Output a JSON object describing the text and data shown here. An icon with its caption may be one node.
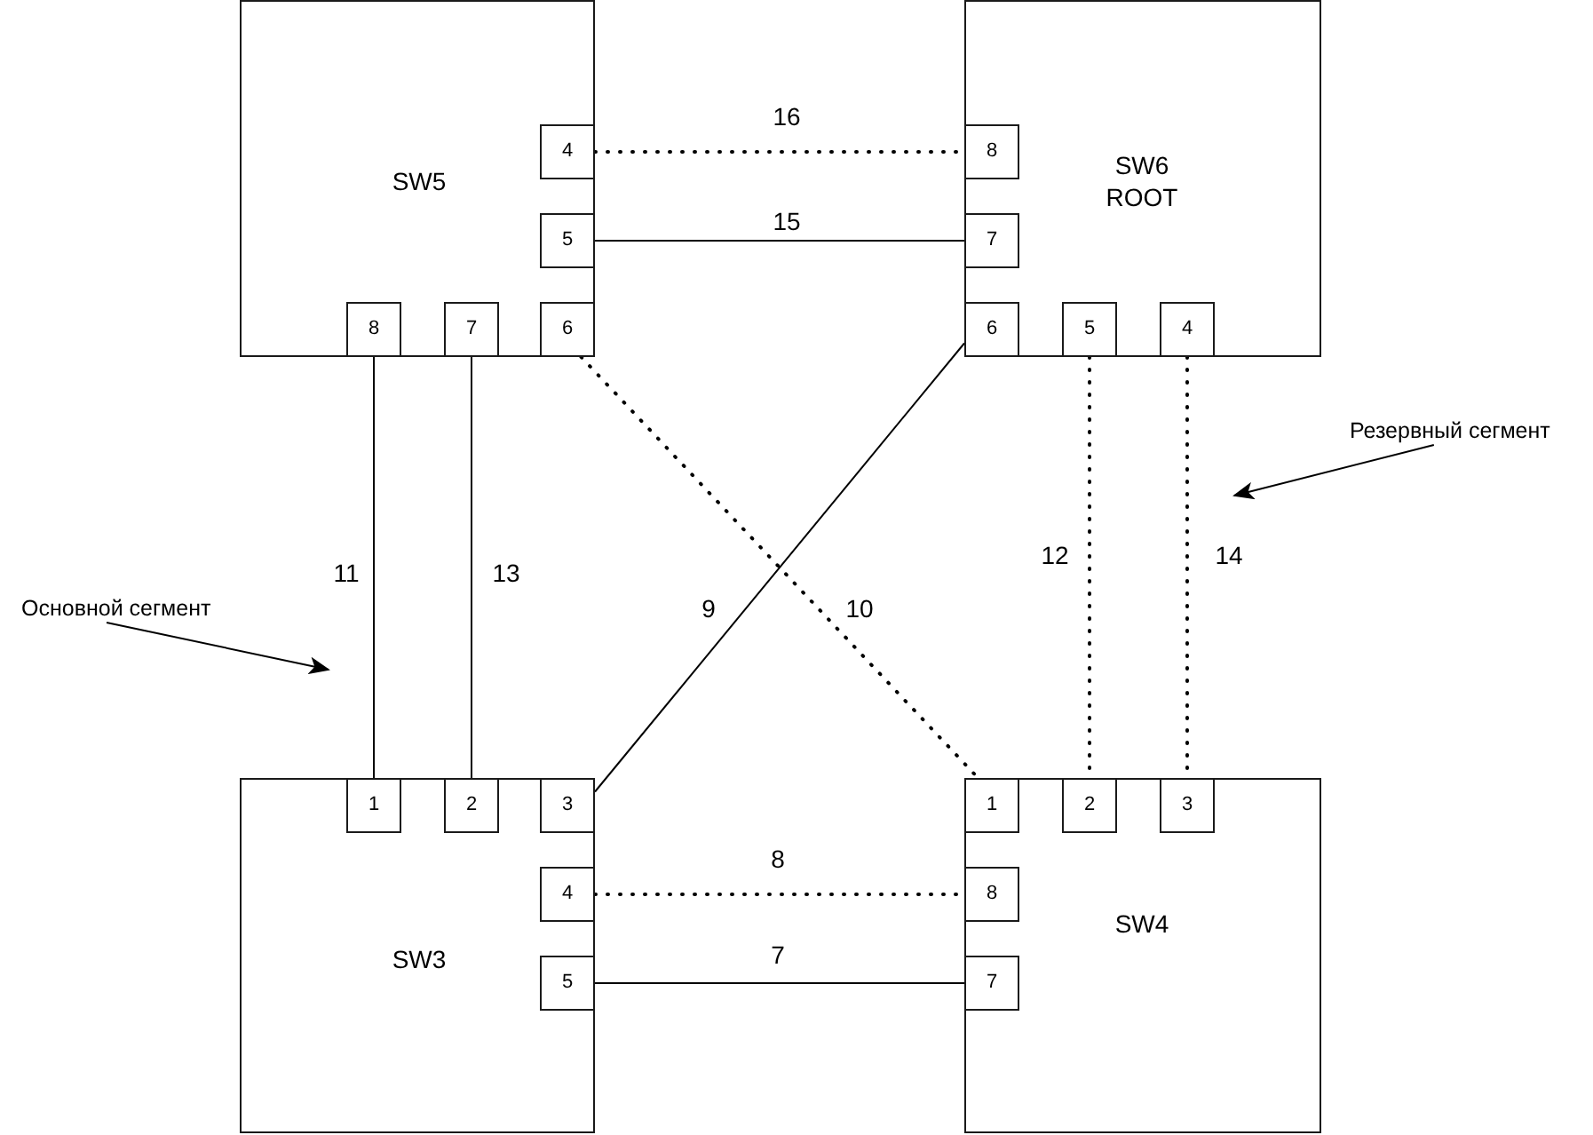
{
  "diagram": {
    "nodes": [
      {
        "text": [
          "SW5"
        ]
      },
      {
        "text": [
          "4"
        ],
        "in": 0
      },
      {
        "text": [
          "5"
        ],
        "in": 0
      },
      {
        "text": [
          "8"
        ],
        "in": 0
      },
      {
        "text": [
          "7"
        ],
        "in": 0
      },
      {
        "text": [
          "6"
        ],
        "in": 0
      },
      {
        "text": [
          "SW6 ROOT"
        ]
      },
      {
        "text": [
          "8"
        ],
        "in": 6
      },
      {
        "text": [
          "7"
        ],
        "in": 6
      },
      {
        "text": [
          "6"
        ],
        "in": 6
      },
      {
        "text": [
          "5"
        ],
        "in": 6
      },
      {
        "text": [
          "4"
        ],
        "in": 6
      },
      {
        "text": [
          "SW3"
        ]
      },
      {
        "text": [
          "1"
        ],
        "in": 12
      },
      {
        "text": [
          "2"
        ],
        "in": 12
      },
      {
        "text": [
          "3"
        ],
        "in": 12
      },
      {
        "text": [
          "4"
        ],
        "in": 12
      },
      {
        "text": [
          "5"
        ],
        "in": 12
      },
      {
        "text": [
          "SW4"
        ]
      },
      {
        "text": [
          "1"
        ],
        "in": 18
      },
      {
        "text": [
          "2"
        ],
        "in": 18
      },
      {
        "text": [
          "3"
        ],
        "in": 18
      },
      {
        "text": [
          "8"
        ],
        "in": 18
      },
      {
        "text": [
          "7"
        ],
        "in": 18
      },
      {
        "text": [
          "Основной сегмент"
        ]
      },
      {
        "text": [
          "Резервный сегмент"
        ]
      }
    ],
    "edges": [
      {
        "from": 1,
        "to": 7,
        "arrow": "none",
        "label": "16",
        "style": "dashed"
      },
      {
        "from": 2,
        "to": 8,
        "arrow": "none",
        "label": "15"
      },
      {
        "from": 3,
        "to": 13,
        "arrow": "none",
        "label": "11"
      },
      {
        "from": 4,
        "to": 14,
        "arrow": "none",
        "label": "13"
      },
      {
        "from": 9,
        "to": 15,
        "arrow": "none",
        "label": "9"
      },
      {
        "from": 5,
        "to": 19,
        "arrow": "none",
        "label": "10",
        "style": "dashed"
      },
      {
        "from": 10,
        "to": 20,
        "arrow": "none",
        "label": "12",
        "style": "dashed"
      },
      {
        "from": 11,
        "to": 21,
        "arrow": "none",
        "label": "14",
        "style": "dashed"
      },
      {
        "from": 16,
        "to": 22,
        "arrow": "none",
        "label": "8",
        "style": "dashed"
      },
      {
        "from": 17,
        "to": 23,
        "arrow": "none",
        "label": "7"
      },
      {
        "from": 24,
        "to": null,
        "arrow": "to"
      },
      {
        "from": 25,
        "to": null,
        "arrow": "to"
      }
    ]
  }
}
